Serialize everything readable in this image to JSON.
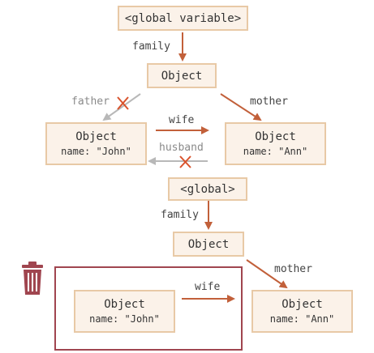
{
  "top": {
    "global_box": "<global variable>",
    "family_label": "family",
    "family_obj": "Object",
    "father_label": "father",
    "mother_label": "mother",
    "wife_label": "wife",
    "husband_label": "husband",
    "john": {
      "title": "Object",
      "field": "name: \"John\""
    },
    "ann": {
      "title": "Object",
      "field": "name: \"Ann\""
    }
  },
  "bottom": {
    "global_box": "<global>",
    "family_label": "family",
    "family_obj": "Object",
    "mother_label": "mother",
    "wife_label": "wife",
    "john": {
      "title": "Object",
      "field": "name: \"John\""
    },
    "ann": {
      "title": "Object",
      "field": "name: \"Ann\""
    }
  },
  "colors": {
    "arrow": "#c2603a",
    "removed": "#b8b8b8",
    "cross": "#d9532c",
    "garbage": "#a0454f",
    "box_fill": "#fbf2e9",
    "box_border": "#e8c9a6"
  },
  "icons": {
    "trash": "trash-icon"
  }
}
